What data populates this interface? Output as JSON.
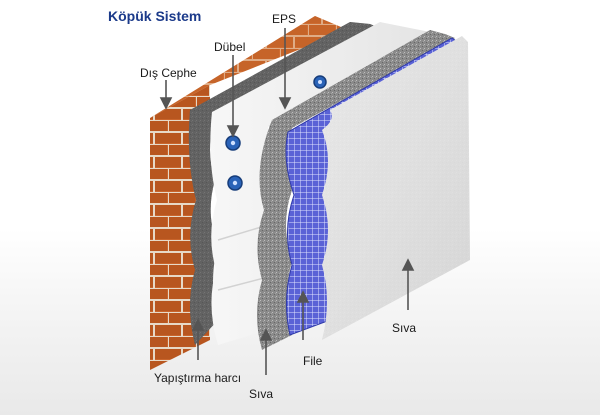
{
  "diagram": {
    "title": "Köpük Sistem",
    "labels": {
      "eps": "EPS",
      "dubel": "Dübel",
      "dis_cephe": "Dış Cephe",
      "siva_right": "Sıva",
      "file": "File",
      "yapistirma": "Yapıştırma harcı",
      "siva_bottom": "Sıva"
    }
  }
}
